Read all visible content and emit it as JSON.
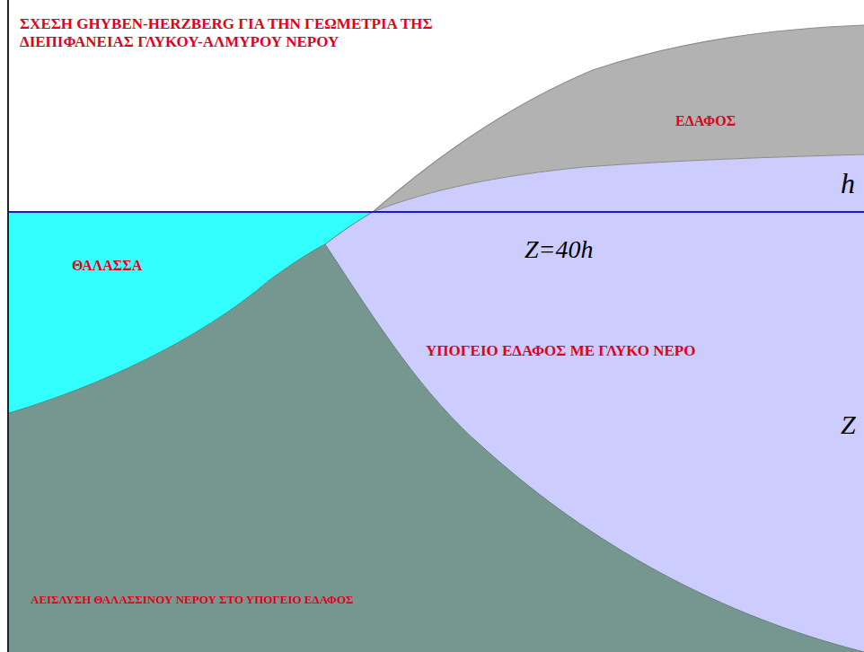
{
  "diagram": {
    "title": "ΣΧΕΣΗ GHYBEN-HERZBERG ΓΙΑ ΤΗΝ ΓΕΩΜΕΤΡΙΑ ΤΗΣ ΔΙΕΠΙΦΑΝΕΙΑΣ ΓΛΥΚΟΥ-ΑΛΜΥΡΟΥ ΝΕΡΟΥ",
    "labels": [
      "ΕΔΑΦΟΣ",
      "h",
      "Z=40h",
      "ΘΑΛΑΣΣΑ",
      "ΥΠΟΓΕΙΟ ΕΔΑΦΟΣ ΜΕ ΓΛΥΚΟ ΝΕΡΟ",
      "Z",
      "ΑΕΙΣΛΥΣΗ ΘΑΛΑΣΣΙΝΟΥ ΝΕΡΟΥ ΣΤΟ ΥΠΟΓΕΙΟ ΕΔΑΦΟΣ"
    ]
  }
}
